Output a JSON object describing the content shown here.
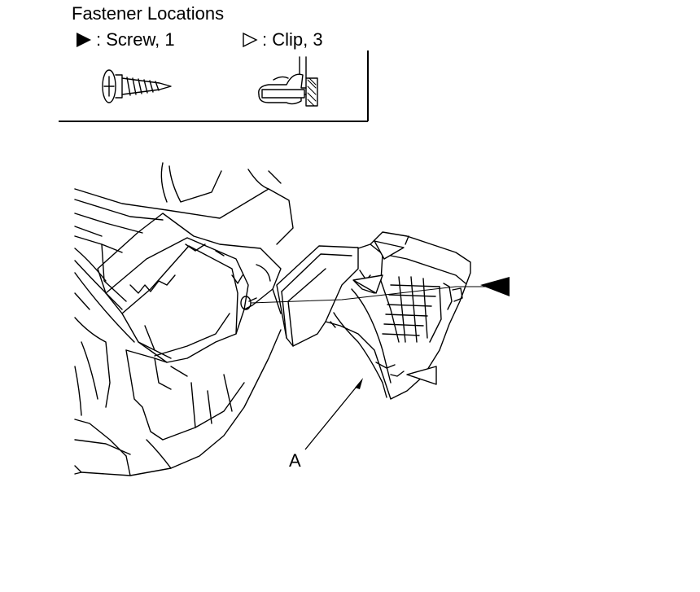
{
  "legend": {
    "title": "Fastener Locations",
    "screw_label": ": Screw, 1",
    "clip_label": ": Clip, 3",
    "screw_symbol": "filled-triangle-icon",
    "clip_symbol": "open-triangle-icon"
  },
  "callouts": {
    "part_a": "A"
  },
  "colors": {
    "line": "#000000",
    "background": "#ffffff"
  }
}
